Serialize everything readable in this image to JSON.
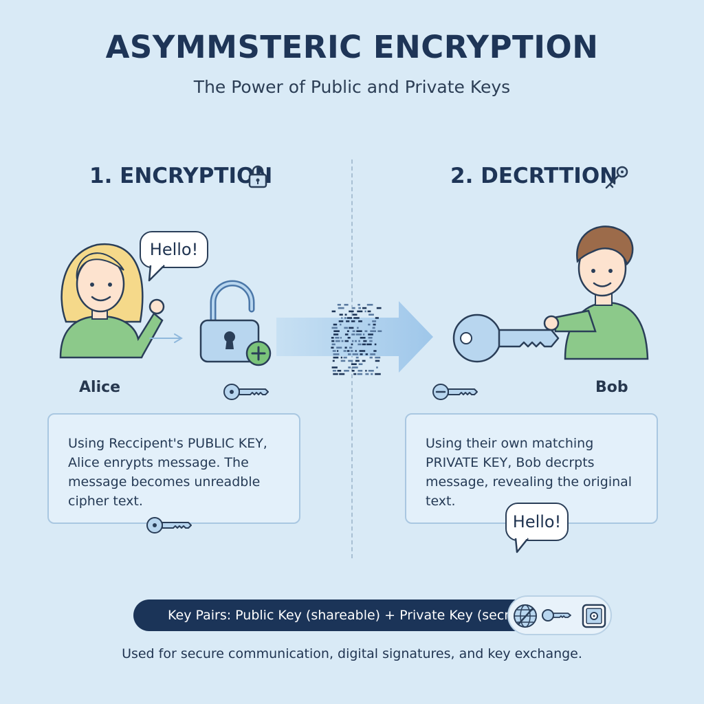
{
  "title": "ASYMMSTERIC ENCRYPTION",
  "subtitle": "The Power of Public and Private Keys",
  "encryption": {
    "heading": "1. ENCRYPTION",
    "sender_name": "Alice",
    "speech": "Hello!",
    "description": "Using Reccipent's PUBLIC KEY, Alice enrypts message. The message becomes unreadble cipher text."
  },
  "decryption": {
    "heading": "2. DECRTTION",
    "receiver_name": "Bob",
    "speech": "Hello!",
    "description": "Using their own matching PRIVATE KEY, Bob decrpts message, revealing the original text."
  },
  "key_pairs_bar": "Key Pairs: Public Key (shareable) + Private Key (secret)",
  "footer": "Used for secure communication, digital signatures, and key exchange.",
  "icons": [
    "unlock-icon",
    "key-icon",
    "padlock-plus-icon",
    "public-key-icon",
    "private-key-icon",
    "globe-key-icon",
    "safe-icon"
  ],
  "colors": {
    "background": "#d9eaf6",
    "navy": "#1b3458",
    "accent_blue": "#b8d6ef",
    "green_shirt": "#8cc98a",
    "plus_green": "#7bc47a"
  }
}
